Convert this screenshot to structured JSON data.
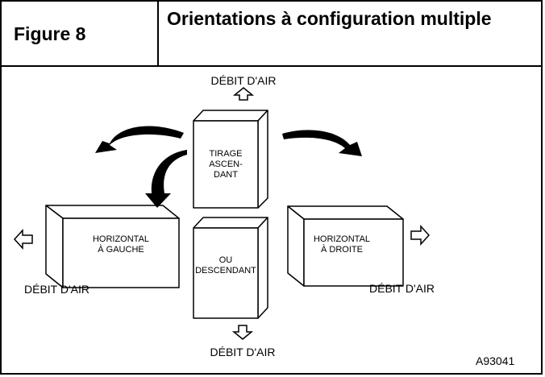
{
  "header": {
    "figure_number": "Figure 8",
    "title": "Orientations à configuration multiple"
  },
  "diagram": {
    "airflow_label": "DÉBIT D'AIR",
    "upflow_lines": [
      "TIRAGE",
      "ASCEN-",
      "DANT"
    ],
    "downflow_lines": [
      "OU",
      "DESCENDANT"
    ],
    "horizontal_left_lines": [
      "HORIZONTAL",
      "À GAUCHE"
    ],
    "horizontal_right_lines": [
      "HORIZONTAL",
      "À DROITE"
    ],
    "figure_code": "A93041"
  }
}
